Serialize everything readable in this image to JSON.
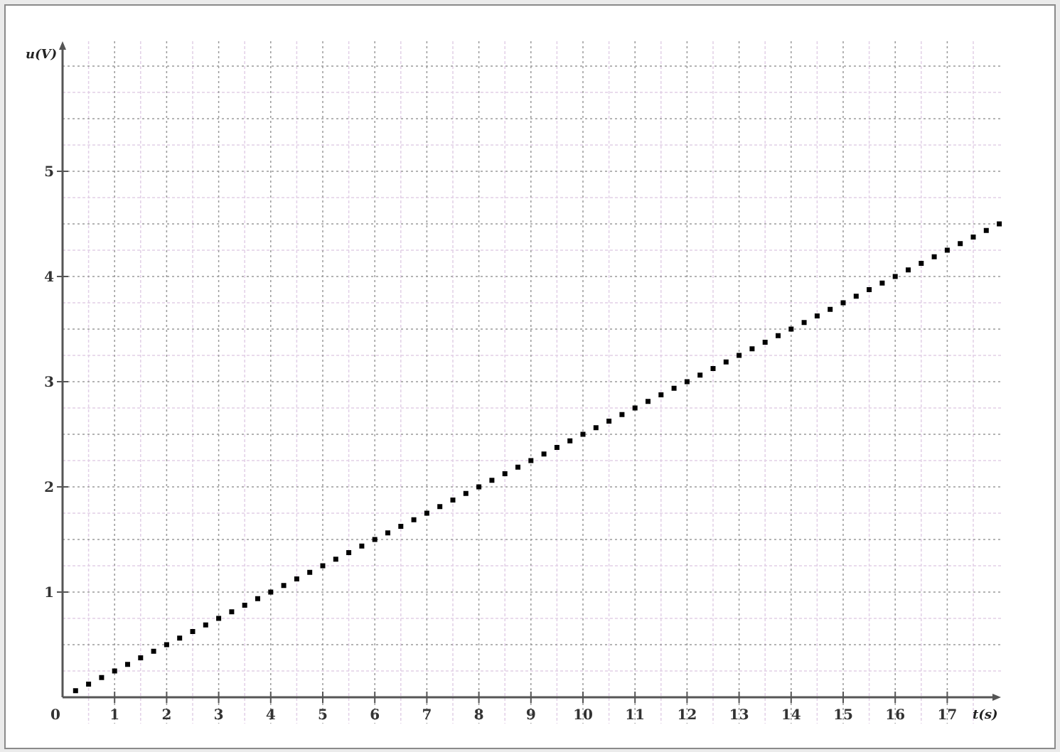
{
  "chart_data": {
    "type": "scatter",
    "title": "",
    "xlabel": "t(s)",
    "ylabel": "u(V)",
    "xlim": [
      0,
      18
    ],
    "ylim": [
      0,
      6.2
    ],
    "x_ticks": [
      0,
      1,
      2,
      3,
      4,
      5,
      6,
      7,
      8,
      9,
      10,
      11,
      12,
      13,
      14,
      15,
      16,
      17
    ],
    "x_tick_labels": [
      "0",
      "1",
      "2",
      "3",
      "4",
      "5",
      "6",
      "7",
      "8",
      "9",
      "10",
      "11",
      "12",
      "13",
      "14",
      "15",
      "16",
      "17"
    ],
    "y_ticks": [
      1,
      2,
      3,
      4,
      5
    ],
    "y_tick_labels": [
      "1",
      "2",
      "3",
      "4",
      "5"
    ],
    "x_minor_step": 0.5,
    "y_minor_step": 0.25,
    "grid": true,
    "series": [
      {
        "marker": "dotted-line",
        "slope": 0.25,
        "x_start": 0.25,
        "x_end": 18,
        "x_step": 0.25
      }
    ],
    "colors": {
      "grid_minor": "#e2cfe6",
      "grid_major": "#9a9a9a",
      "axis": "#555555",
      "points": "#000000"
    }
  }
}
